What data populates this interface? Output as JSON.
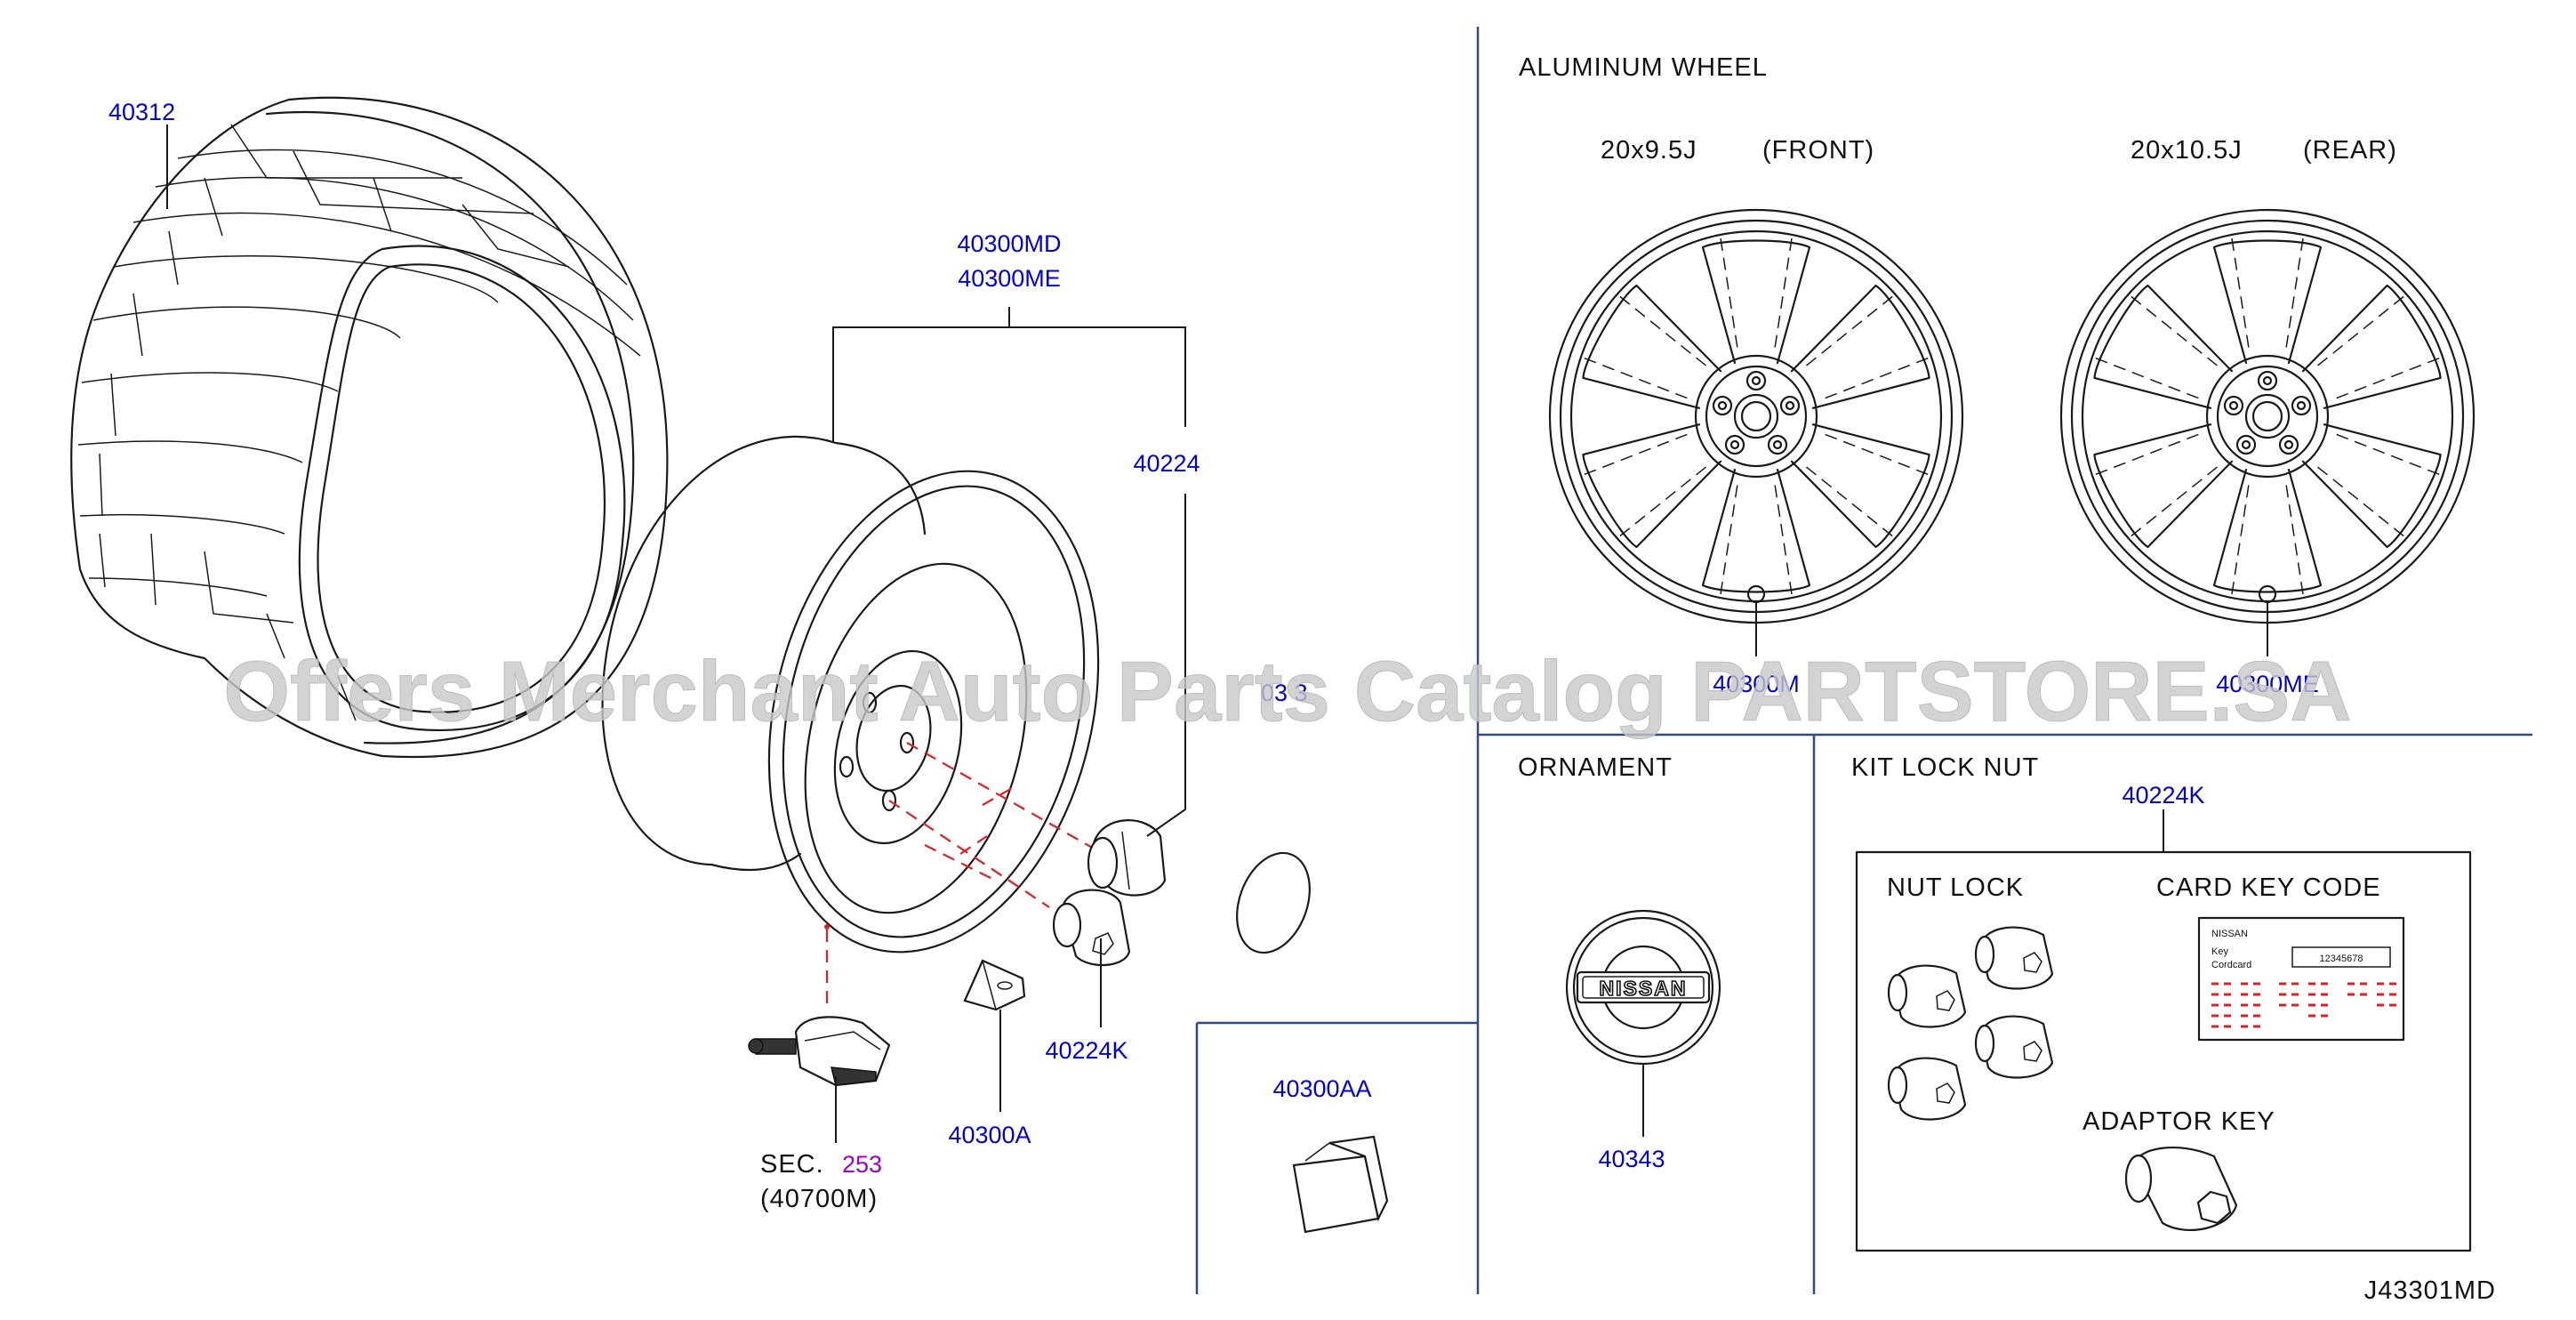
{
  "watermark": "Offers Merchant Auto Parts Catalog PARTSTORE.SA",
  "diagram_code": "J43301MD",
  "parts": {
    "tire": "40312",
    "wheel_codes": [
      "40300MD",
      "40300ME"
    ],
    "lug_nut": "40224",
    "ornament_partial": "03 3",
    "lock_nut": "40224K",
    "balance_weight": "40300A",
    "sensor_sec": "SEC.",
    "sensor_sec_number": "253",
    "sensor_part": "(40700M)",
    "weight_adhesive": "40300AA",
    "ornament": "40343",
    "kit_lock_nut": "40224K",
    "front_wheel_partial": "40300M",
    "rear_wheel_partial": "40300ME"
  },
  "sections": {
    "aluminum_wheel": {
      "title": "ALUMINUM   WHEEL",
      "front_size": "20x9.5J",
      "front_label": "(FRONT)",
      "rear_size": "20x10.5J",
      "rear_label": "(REAR)"
    },
    "ornament": {
      "title": "ORNAMENT",
      "badge": "NISSAN"
    },
    "kit_lock_nut": {
      "title": "KIT   LOCK   NUT",
      "nut_lock": "NUT   LOCK",
      "card_key_code": "CARD   KEY   CODE",
      "adaptor_key": "ADAPTOR   KEY",
      "card_brand": "NISSAN",
      "card_line1": "Key",
      "card_line2": "Cordcard",
      "card_code": "12345678"
    }
  }
}
